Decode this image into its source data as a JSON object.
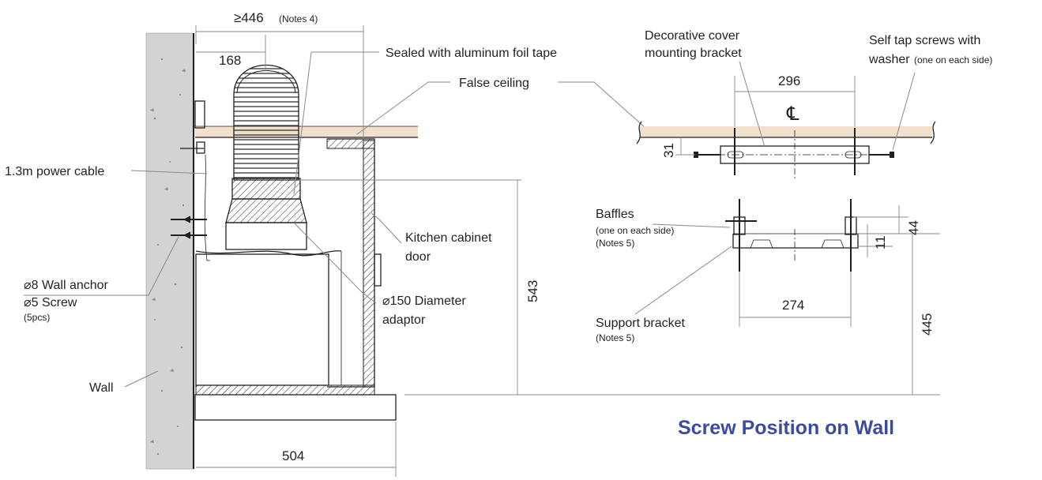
{
  "labels": {
    "notes4_dim": "≥446",
    "notes4_suffix": "(Notes 4)",
    "dim_168": "168",
    "sealed_tape": "Sealed with aluminum foil tape",
    "false_ceiling": "False ceiling",
    "power_cable": "1.3m power cable",
    "kitchen_cabinet_line1": "Kitchen cabinet",
    "kitchen_cabinet_line2": "door",
    "wall_anchor": "⌀8 Wall anchor",
    "screw": "⌀5 Screw",
    "screw_qty": "(5pcs)",
    "adaptor_line1": "⌀150 Diameter",
    "adaptor_line2": "adaptor",
    "dim_543": "543",
    "wall": "Wall",
    "dim_504": "504",
    "deco_cover_line1": "Decorative cover",
    "deco_cover_line2": "mounting bracket",
    "self_tap_line1": "Self tap screws with",
    "self_tap_line2": "washer",
    "self_tap_suffix": "(one on each side)",
    "dim_296": "296",
    "centerline": "℄",
    "dim_31": "31",
    "baffles": "Baffles",
    "baffles_sub": "(one on each side)",
    "baffles_notes": "(Notes 5)",
    "dim_44": "44",
    "dim_11": "11",
    "dim_274": "274",
    "support_bracket": "Support bracket",
    "support_notes": "(Notes 5)",
    "dim_445": "445",
    "screw_position_title": "Screw Position on Wall"
  },
  "colors": {
    "wall_fill": "#d2d3d5",
    "ceiling_fill": "#f2e0cf",
    "title_blue": "#3c4c9c",
    "line": "#231f20",
    "leader": "#8a8a8a"
  }
}
